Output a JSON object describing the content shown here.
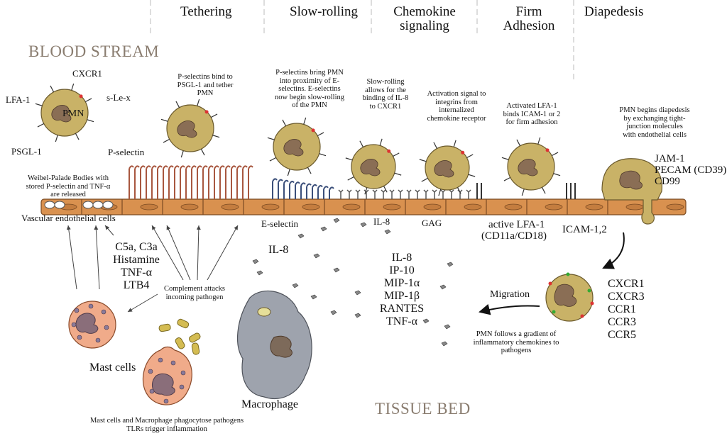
{
  "stages": [
    "Tethering",
    "Slow-rolling",
    "Chemokine signaling",
    "Firm Adhesion",
    "Diapedesis"
  ],
  "regions": {
    "top": "BLOOD STREAM",
    "bottom": "TISSUE BED"
  },
  "pmn_labels": {
    "cell": "PMN",
    "cxcr1": "CXCR1",
    "lfa1": "LFA-1",
    "sle": "s-Le-x",
    "psgl1": "PSGL-1"
  },
  "annotations": {
    "tether": "P-selectins bind to PSGL-1 and tether PMN",
    "slowroll": "P-selectins bring PMN into proximity of E-selectins. E-selectins now begin slow-rolling of the PMN",
    "il8bind": "Slow-rolling allows for the binding of IL-8 to CXCR1",
    "activation": "Activation signal to integrins from internalized chemokine receptor",
    "firm": "Activated LFA-1 binds ICAM-1 or 2 for firm adhesion",
    "diap": "PMN begins diapedesis by exchanging tight-junction molecules with endothelial cells",
    "weibel": "Weibel-Palade Bodies with stored P-selectin and TNF-α are released",
    "complement": "Complement attacks incoming pathogen",
    "phago": "Mast cells and Macrophage phagocytose pathogens TLRs trigger inflammation",
    "gradient": "PMN follows a gradient of inflammatory chemokines to pathogens"
  },
  "labels": {
    "p_selectin": "P-selectin",
    "e_selectin": "E-selectin",
    "il8_mem": "IL-8",
    "gag": "GAG",
    "active_lfa1": "active LFA-1",
    "cd11": "(CD11a/CD18)",
    "icam": "ICAM-1,2",
    "vec": "Vascular endothelial cells",
    "jam": "JAM-1",
    "pecam": "PECAM (CD39)",
    "cd99": "CD99",
    "il8_tissue": "IL-8",
    "migration": "Migration",
    "mast": "Mast cells",
    "macrophage": "Macrophage"
  },
  "mediators": [
    "C5a, C3a",
    "Histamine",
    "TNF-α",
    "LTB4"
  ],
  "chemokines": [
    "IL-8",
    "IP-10",
    "MIP-1α",
    "MIP-1β",
    "RANTES",
    "TNF-α"
  ],
  "receptors": [
    "CXCR1",
    "CXCR3",
    "CCR1",
    "CCR3",
    "CCR5"
  ],
  "colors": {
    "pmn": "#c9b267",
    "nucleus": "#8a6e55",
    "endothelium": "#d9914f",
    "p_selectin": "#a8573f",
    "e_selectin": "#3b4f7a",
    "mast": "#f0ab8a",
    "macrophage": "#9ea3ad",
    "pathogen": "#d4bc52"
  }
}
